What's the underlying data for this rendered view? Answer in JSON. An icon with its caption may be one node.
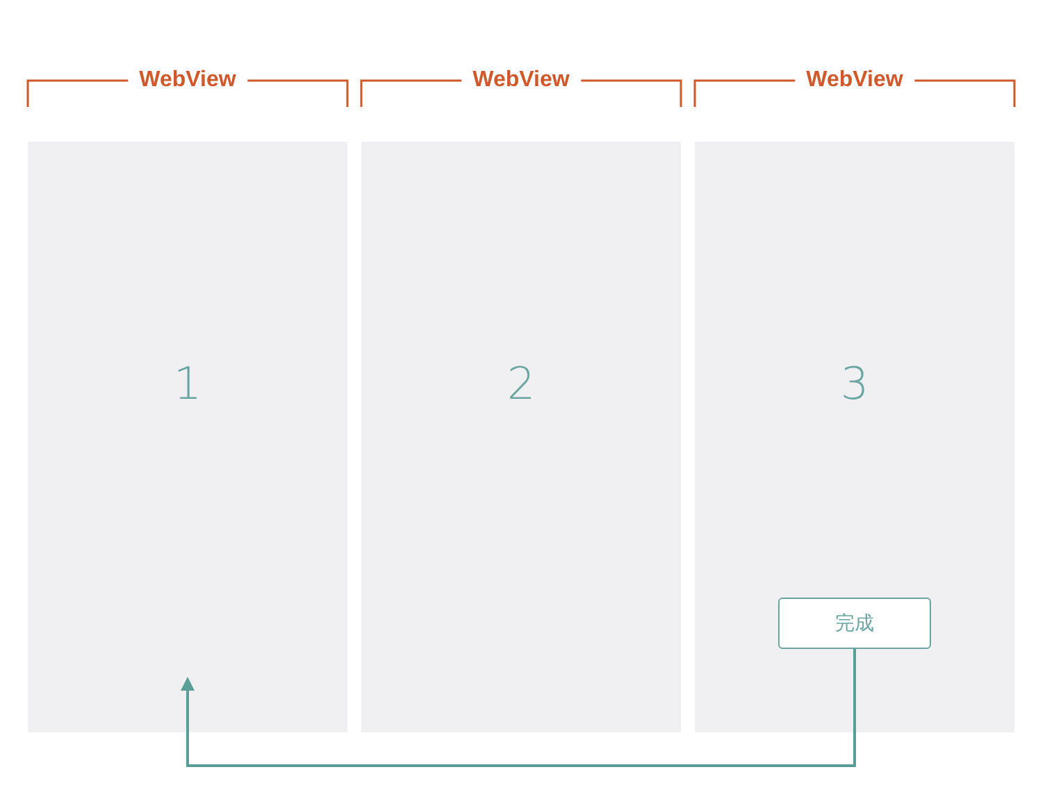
{
  "diagram": {
    "nodes": [
      {
        "text": [
          "1"
        ]
      },
      {
        "text": [
          "2"
        ]
      },
      {
        "text": [
          "3"
        ]
      },
      {
        "text": [
          "完成"
        ],
        "in": 2
      }
    ],
    "edges": [
      {
        "from": 3,
        "to": 0,
        "arrow": "to"
      }
    ],
    "labels": [
      "WebView",
      "WebView",
      "WebView"
    ]
  }
}
